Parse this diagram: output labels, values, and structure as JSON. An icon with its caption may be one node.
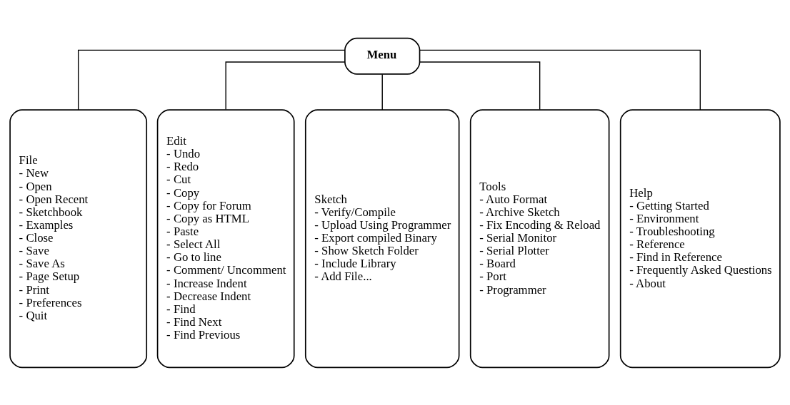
{
  "diagram": {
    "nodes": [
      {
        "text": [
          "Menu"
        ]
      },
      {
        "text": [
          "File",
          "- New",
          "- Open",
          "- Open Recent",
          "- Sketchbook",
          "- Examples",
          "- Close",
          "- Save",
          "- Save As",
          "- Page Setup",
          "- Print",
          "- Preferences",
          "- Quit"
        ]
      },
      {
        "text": [
          "Edit",
          "- Undo",
          "- Redo",
          "- Cut",
          "- Copy",
          "- Copy for Forum",
          "- Copy as HTML",
          "- Paste",
          "- Select All",
          "- Go to line",
          "- Comment/ Uncomment",
          "- Increase Indent",
          "- Decrease Indent",
          "- Find",
          "- Find Next",
          "- Find Previous"
        ]
      },
      {
        "text": [
          "Sketch",
          "- Verify/Compile",
          "- Upload Using Programmer",
          "- Export compiled Binary",
          "- Show Sketch Folder",
          "- Include Library",
          "- Add File..."
        ]
      },
      {
        "text": [
          "Tools",
          "- Auto Format",
          "- Archive Sketch",
          "- Fix Encoding & Reload",
          "- Serial Monitor",
          "- Serial Plotter",
          "- Board",
          "- Port",
          "- Programmer"
        ]
      },
      {
        "text": [
          "Help",
          "- Getting Started",
          "- Environment",
          "- Troubleshooting",
          "- Reference",
          "- Find in Reference",
          "- Frequently Asked Questions",
          "- About"
        ]
      }
    ],
    "edges": [
      {
        "from": 0,
        "to": 1,
        "arrow": "none"
      },
      {
        "from": 0,
        "to": 2,
        "arrow": "none"
      },
      {
        "from": 0,
        "to": 3,
        "arrow": "none"
      },
      {
        "from": 0,
        "to": 4,
        "arrow": "none"
      },
      {
        "from": 0,
        "to": 5,
        "arrow": "none"
      }
    ]
  }
}
